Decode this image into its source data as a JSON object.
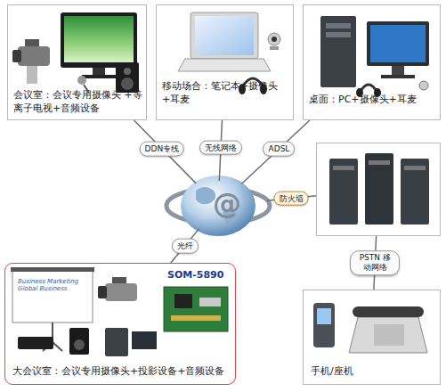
{
  "diagram": {
    "nodes": [
      {
        "text": [
          "会议室：会议专用摄像头 +等离子电视+音频设备"
        ]
      },
      {
        "text": [
          "移动场合：笔记本+摄像头+耳麦"
        ]
      },
      {
        "text": [
          "桌面：PC+摄像头+耳麦"
        ]
      },
      {
        "text": []
      },
      {
        "text": [
          "@"
        ]
      },
      {
        "text": [
          "SOM-5890",
          "大会议室：会议专用摄像头+投影设备+音频设备"
        ]
      },
      {
        "text": [
          "手机/座机"
        ]
      }
    ],
    "edges": [
      {
        "from": 4,
        "to": 0,
        "label": "DDN专线",
        "arrow": "none"
      },
      {
        "from": 4,
        "to": 1,
        "label": "无线网络",
        "arrow": "none"
      },
      {
        "from": 4,
        "to": 2,
        "label": "ADSL",
        "arrow": "none"
      },
      {
        "from": 4,
        "to": 3,
        "label": "防火墙",
        "arrow": "none"
      },
      {
        "from": 4,
        "to": 5,
        "label": "光纤",
        "arrow": "none"
      },
      {
        "from": 3,
        "to": 6,
        "label": "PSTN 移动网络",
        "arrow": "none"
      }
    ],
    "labels": [
      "Business Marketing Global Business"
    ]
  }
}
